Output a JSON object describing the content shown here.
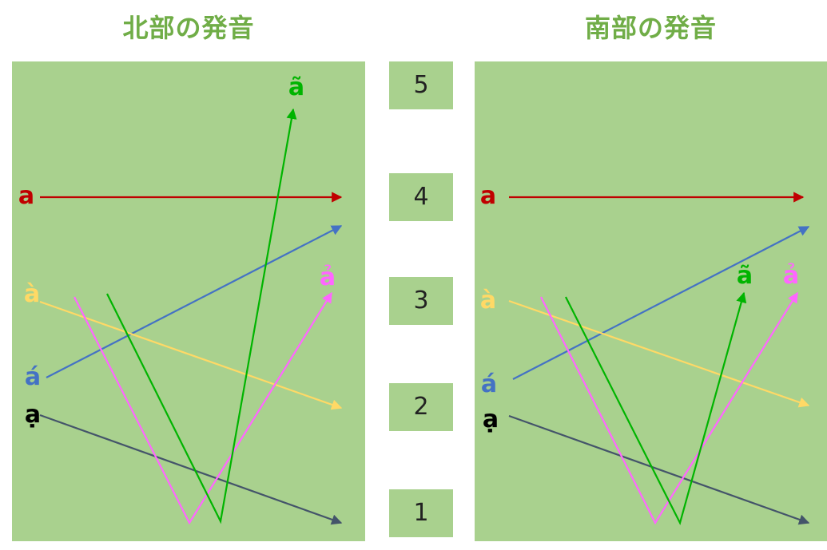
{
  "titles": {
    "north": "北部の発音",
    "south": "南部の発音",
    "color": "#70ad47"
  },
  "tone_levels": [
    "5",
    "4",
    "3",
    "2",
    "1"
  ],
  "tones": {
    "ngang": {
      "label": "a",
      "color": "#c00000"
    },
    "sac": {
      "label": "á",
      "color": "#4472c4"
    },
    "huyen": {
      "label": "à",
      "color": "#ffd966"
    },
    "hoi": {
      "label": "ả",
      "color": "#ff66ff"
    },
    "nga": {
      "label": "ã",
      "color": "#00b400"
    },
    "nang": {
      "label": "ạ",
      "color": "#000000",
      "line_color": "#44546a"
    }
  },
  "panel_color": "#a9d18e"
}
